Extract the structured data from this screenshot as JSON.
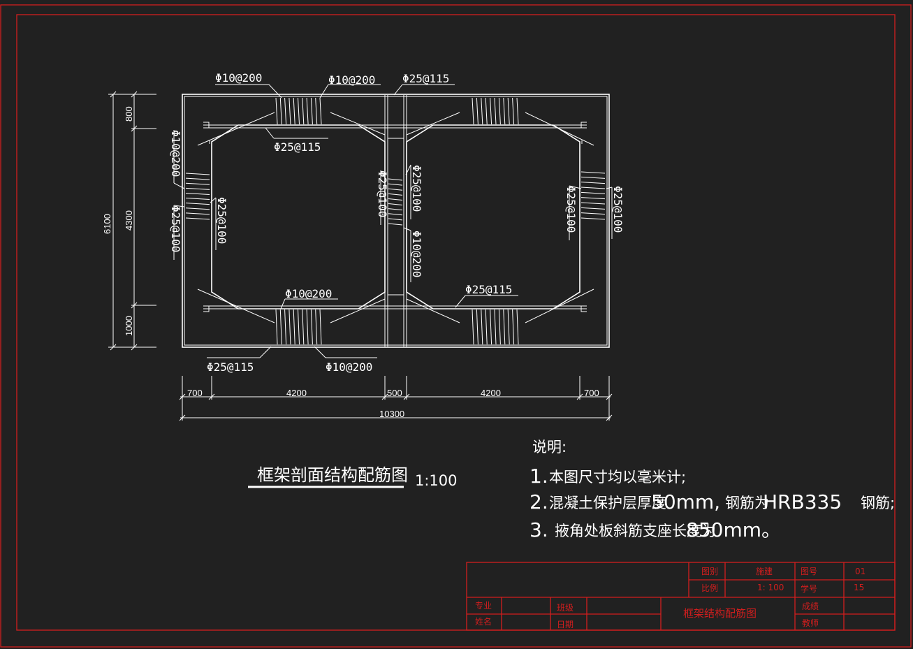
{
  "drawing": {
    "rebar_labels": {
      "top_stirrup_left": "Φ10@200",
      "top_stirrup_right": "Φ10@200",
      "top_mid_label": "Φ25@115",
      "top_inner_label": "Φ25@115",
      "left_wall_stirrup": "Φ10@200",
      "left_wall_outer": "Φ25@100",
      "left_wall_inner": "Φ25@100",
      "mid_wall_left": "Φ25@100",
      "mid_wall_right": "Φ25@100",
      "mid_wall_stirrup": "Φ10@200",
      "right_wall_inner": "Φ25@100",
      "right_wall_outer": "Φ25@100",
      "bottom_stirrup_label": "Φ10@200",
      "bottom_inner_label": "Φ25@115",
      "bottom_outer_label": "Φ25@115",
      "bottom_stirrup_label2": "Φ10@200"
    },
    "dims_vertical": {
      "total": "6100",
      "top": "800",
      "mid": "4300",
      "bottom": "1000"
    },
    "dims_horizontal": {
      "seg1": "700",
      "seg2": "4200",
      "seg3": "500",
      "seg4": "4200",
      "seg5": "700",
      "total": "10300"
    },
    "title": "框架剖面结构配筋图",
    "scale": "1:100"
  },
  "notes": {
    "heading": "说明:",
    "line1_num": "1.",
    "line1": "本图尺寸均以毫米计;",
    "line2_num": "2.",
    "line2_a": "混凝土保护层厚度",
    "line2_b": "50mm,",
    "line2_c": "钢筋为",
    "line2_d": "HRB335",
    "line2_e": "钢筋;",
    "line3_num": "3.",
    "line3_a": "掖角处板斜筋支座长度为",
    "line3_b": "850mm。"
  },
  "title_block": {
    "drawing_class_label": "图别",
    "drawing_class_value": "施建",
    "drawing_no_label": "图号",
    "drawing_no_value": "01",
    "scale_label": "比例",
    "scale_value": "1: 100",
    "student_no_label": "学号",
    "student_no_value": "15",
    "major_label": "专业",
    "class_label": "班级",
    "name_label": "姓名",
    "date_label": "日期",
    "drawing_title": "框架结构配筋图",
    "grade_label": "成绩",
    "teacher_label": "教师"
  },
  "colors": {
    "background": "#212121",
    "frame": "#d21e1e",
    "lines": "#ffffff"
  }
}
